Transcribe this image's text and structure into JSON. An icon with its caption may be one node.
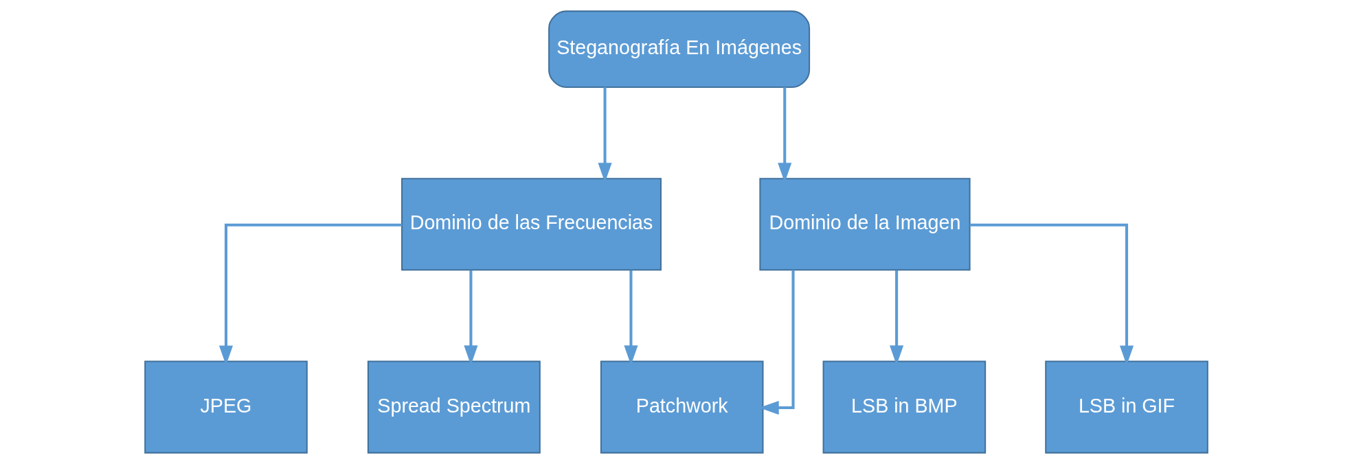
{
  "diagram": {
    "nodes": [
      {
        "text": [
          "Steganografía En Imágenes"
        ]
      },
      {
        "text": [
          "Dominio de las Frecuencias"
        ]
      },
      {
        "text": [
          "Dominio de la Imagen"
        ]
      },
      {
        "text": [
          "JPEG"
        ]
      },
      {
        "text": [
          "Spread Spectrum"
        ]
      },
      {
        "text": [
          "Patchwork"
        ]
      },
      {
        "text": [
          "LSB in BMP"
        ]
      },
      {
        "text": [
          "LSB in GIF"
        ]
      }
    ],
    "edges": [
      {
        "from": 0,
        "to": 1,
        "arrow": "to"
      },
      {
        "from": 0,
        "to": 2,
        "arrow": "to"
      },
      {
        "from": 1,
        "to": 3,
        "arrow": "to"
      },
      {
        "from": 1,
        "to": 4,
        "arrow": "to"
      },
      {
        "from": 1,
        "to": 5,
        "arrow": "to"
      },
      {
        "from": 2,
        "to": 5,
        "arrow": "to"
      },
      {
        "from": 2,
        "to": 6,
        "arrow": "to"
      },
      {
        "from": 2,
        "to": 7,
        "arrow": "to"
      }
    ]
  }
}
